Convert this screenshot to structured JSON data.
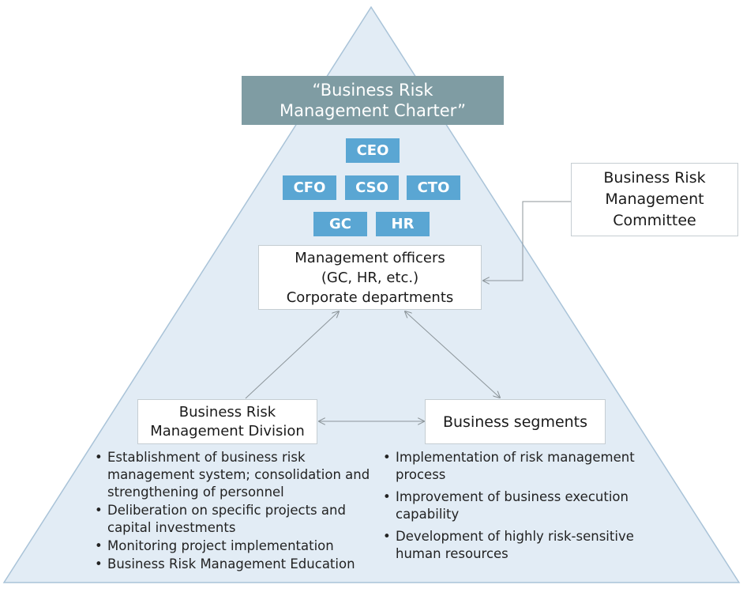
{
  "charter": {
    "line1": "“Business Risk",
    "line2": "Management Charter”"
  },
  "executives": {
    "row1": [
      "CEO"
    ],
    "row2": [
      "CFO",
      "CSO",
      "CTO"
    ],
    "row3": [
      "GC",
      "HR"
    ]
  },
  "management_officers": {
    "line1": "Management officers",
    "line2": "(GC, HR, etc.)",
    "line3": "Corporate departments"
  },
  "committee": {
    "line1": "Business Risk",
    "line2": "Management",
    "line3": "Committee"
  },
  "division": {
    "line1": "Business Risk",
    "line2": "Management Division",
    "bullets": [
      "Establishment of business risk management system; consolidation and strengthening of personnel",
      "Deliberation on specific projects and capital investments",
      "Monitoring project implementation",
      "Business Risk Management Education"
    ]
  },
  "segments": {
    "label": "Business segments",
    "bullets": [
      "Implementation of risk management process",
      "Improvement of business execution capability",
      "Development of highly risk-sensitive human resources"
    ]
  },
  "colors": {
    "pyramid_fill": "#e2ecf5",
    "pyramid_stroke": "#a9c3d8",
    "charter_fill": "#7f9ca3",
    "executive_fill": "#5aa6d3",
    "connector": "#8c959a"
  }
}
